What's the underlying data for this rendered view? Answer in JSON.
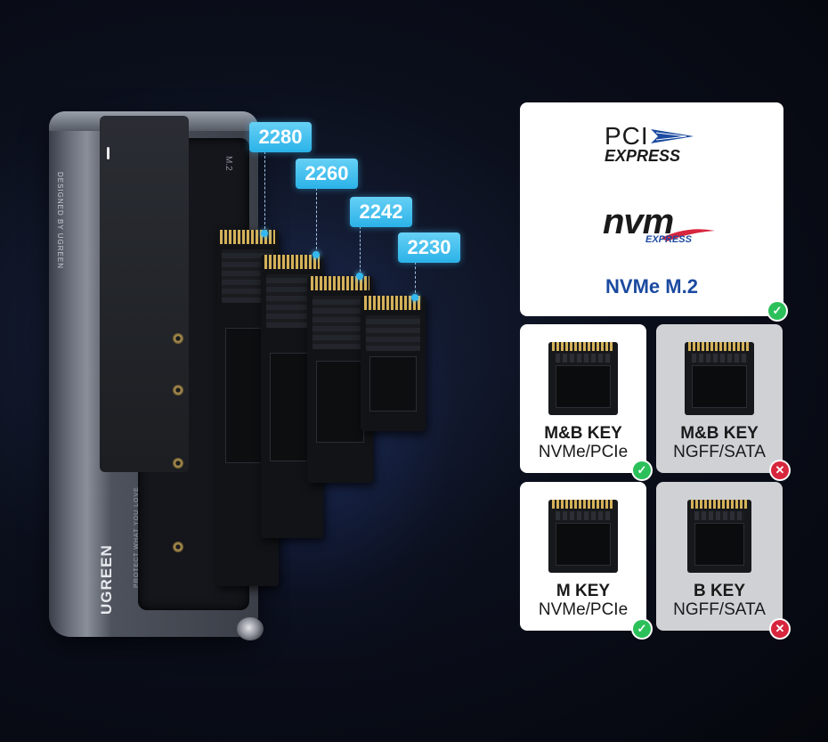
{
  "enclosure": {
    "brand": "UGREEN",
    "side_text": "DESIGNED BY UGREEN",
    "slogan": "PROTECT WHAT YOU LOVE",
    "slot_label": "M.2"
  },
  "ssd_sizes": [
    "2280",
    "2260",
    "2242",
    "2230"
  ],
  "logos": {
    "pci_top": "PCI",
    "pci_bottom": "EXPRESS",
    "nvm_word": "nvm",
    "nvm_express": "EXPRESS"
  },
  "nvme_title": "NVMe M.2",
  "key_cards": [
    {
      "title": "M&B KEY",
      "sub": "NVMe/PCIe",
      "supported": true,
      "badge": "✓"
    },
    {
      "title": "M&B KEY",
      "sub": "NGFF/SATA",
      "supported": false,
      "badge": "✕"
    },
    {
      "title": "M KEY",
      "sub": "NVMe/PCIe",
      "supported": true,
      "badge": "✓"
    },
    {
      "title": "B KEY",
      "sub": "NGFF/SATA",
      "supported": false,
      "badge": "✕"
    }
  ],
  "nvme_badge": "✓",
  "colors": {
    "tag_blue": "#2bb2e8",
    "nvme_blue": "#1b4aa0",
    "ok_green": "#2cc05a",
    "no_red": "#d7263d"
  }
}
